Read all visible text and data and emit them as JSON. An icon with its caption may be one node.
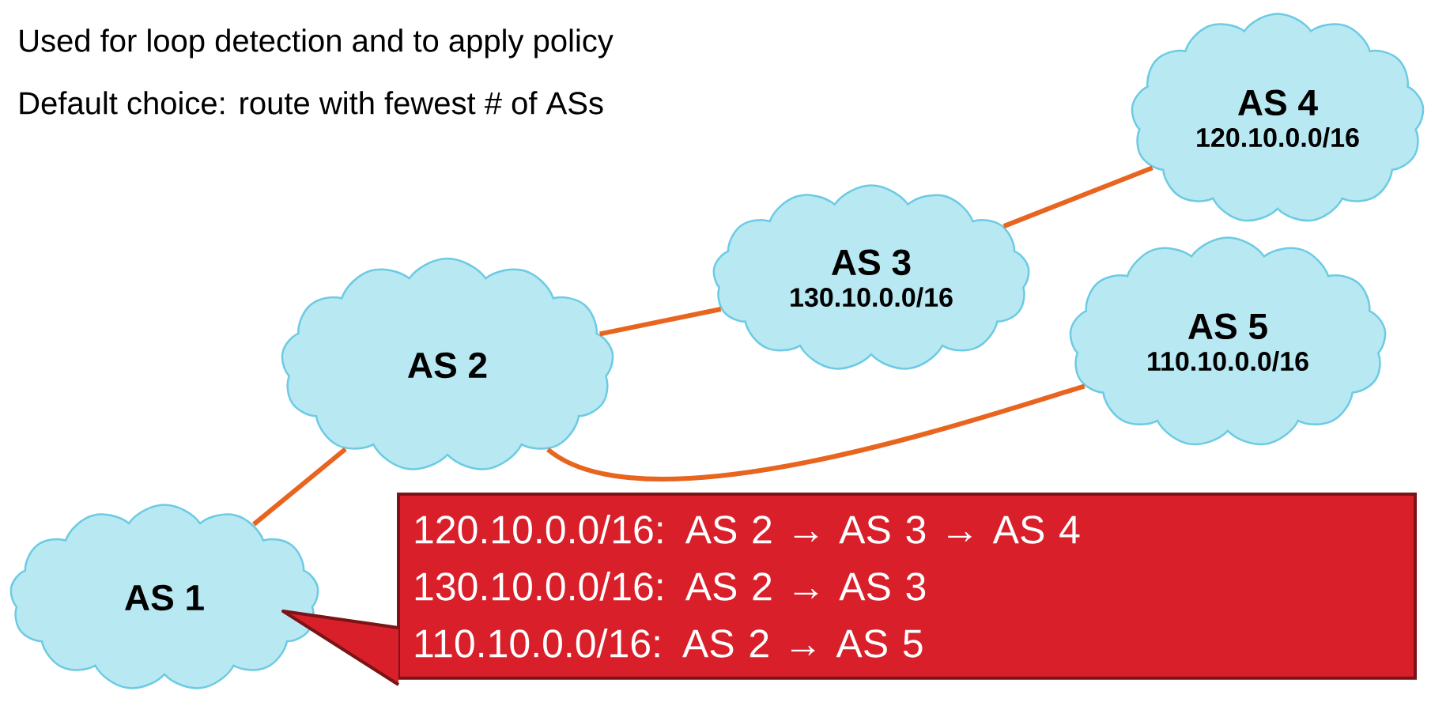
{
  "diagram": {
    "nodes": [
      {
        "text": [
          "AS 1"
        ]
      },
      {
        "text": [
          "AS 2"
        ]
      },
      {
        "text": [
          "AS 3",
          "130.10.0.0/16"
        ]
      },
      {
        "text": [
          "AS 4",
          "120.10.0.0/16"
        ]
      },
      {
        "text": [
          "AS 5",
          "110.10.0.0/16"
        ]
      },
      {
        "text": [
          "120.10.0.0/16: AS 2 → AS 3 → AS 4",
          "130.10.0.0/16: AS 2 → AS 3",
          "110.10.0.0/16: AS 2 → AS 5"
        ]
      }
    ],
    "edges": [
      {
        "from": 0,
        "to": 1,
        "arrow": "none"
      },
      {
        "from": 1,
        "to": 2,
        "arrow": "none"
      },
      {
        "from": 2,
        "to": 3,
        "arrow": "none"
      },
      {
        "from": 1,
        "to": 4,
        "arrow": "none"
      }
    ],
    "labels": [
      "Used for loop detection and to apply policy",
      "Default choice: route with fewest # of ASs"
    ]
  }
}
